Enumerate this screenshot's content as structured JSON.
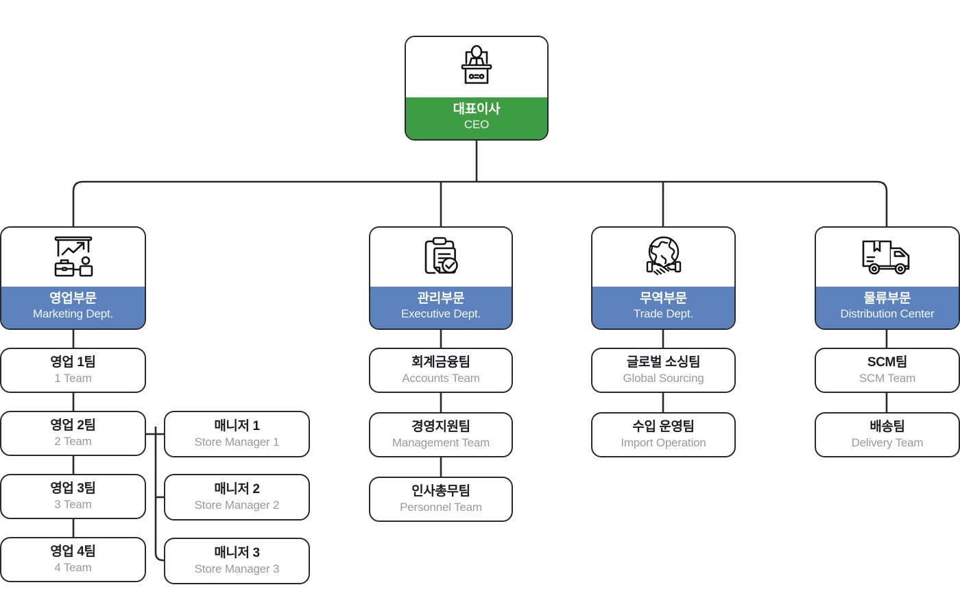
{
  "theme": {
    "root_color": "#3e9c43",
    "dept_color": "#5b82bd",
    "line_color": "#27292e",
    "node_bg": "#ffffff",
    "ko_text_color": "#1b1d21",
    "en_text_color": "#9a9a9c"
  },
  "root": {
    "id": "ceo",
    "ko": "대표이사",
    "en": "CEO",
    "icon": "podium-speaker-icon",
    "color": "#3e9c43"
  },
  "departments": [
    {
      "id": "marketing",
      "ko": "영업부문",
      "en": "Marketing Dept.",
      "icon": "presentation-growth-chart-icon",
      "color": "#5b82bd",
      "teams": [
        {
          "id": "sales-team-1",
          "ko": "영업 1팀",
          "en": "1 Team"
        },
        {
          "id": "sales-team-2",
          "ko": "영업 2팀",
          "en": "2 Team"
        },
        {
          "id": "sales-team-3",
          "ko": "영업 3팀",
          "en": "3 Team"
        },
        {
          "id": "sales-team-4",
          "ko": "영업 4팀",
          "en": "4 Team"
        }
      ],
      "managers": [
        {
          "id": "store-manager-1",
          "ko": "매니저 1",
          "en": "Store Manager 1"
        },
        {
          "id": "store-manager-2",
          "ko": "매니저 2",
          "en": "Store Manager 2"
        },
        {
          "id": "store-manager-3",
          "ko": "매니저 3",
          "en": "Store Manager 3"
        }
      ]
    },
    {
      "id": "executive",
      "ko": "관리부문",
      "en": "Executive Dept.",
      "icon": "clipboard-check-icon",
      "color": "#5b82bd",
      "teams": [
        {
          "id": "accounts-team",
          "ko": "회계금융팀",
          "en": "Accounts Team"
        },
        {
          "id": "management-team",
          "ko": "경영지원팀",
          "en": "Management Team"
        },
        {
          "id": "personnel-team",
          "ko": "인사총무팀",
          "en": "Personnel Team"
        }
      ],
      "managers": []
    },
    {
      "id": "trade",
      "ko": "무역부문",
      "en": "Trade Dept.",
      "icon": "globe-handshake-icon",
      "color": "#5b82bd",
      "teams": [
        {
          "id": "global-sourcing-team",
          "ko": "글로벌 소싱팀",
          "en": "Global Sourcing"
        },
        {
          "id": "import-operation-team",
          "ko": "수입 운영팀",
          "en": "Import Operation"
        }
      ],
      "managers": []
    },
    {
      "id": "distribution",
      "ko": "물류부문",
      "en": "Distribution Center",
      "icon": "delivery-truck-icon",
      "color": "#5b82bd",
      "teams": [
        {
          "id": "scm-team",
          "ko": "SCM팀",
          "en": "SCM Team"
        },
        {
          "id": "delivery-team",
          "ko": "배송팀",
          "en": "Delivery Team"
        }
      ],
      "managers": []
    }
  ]
}
